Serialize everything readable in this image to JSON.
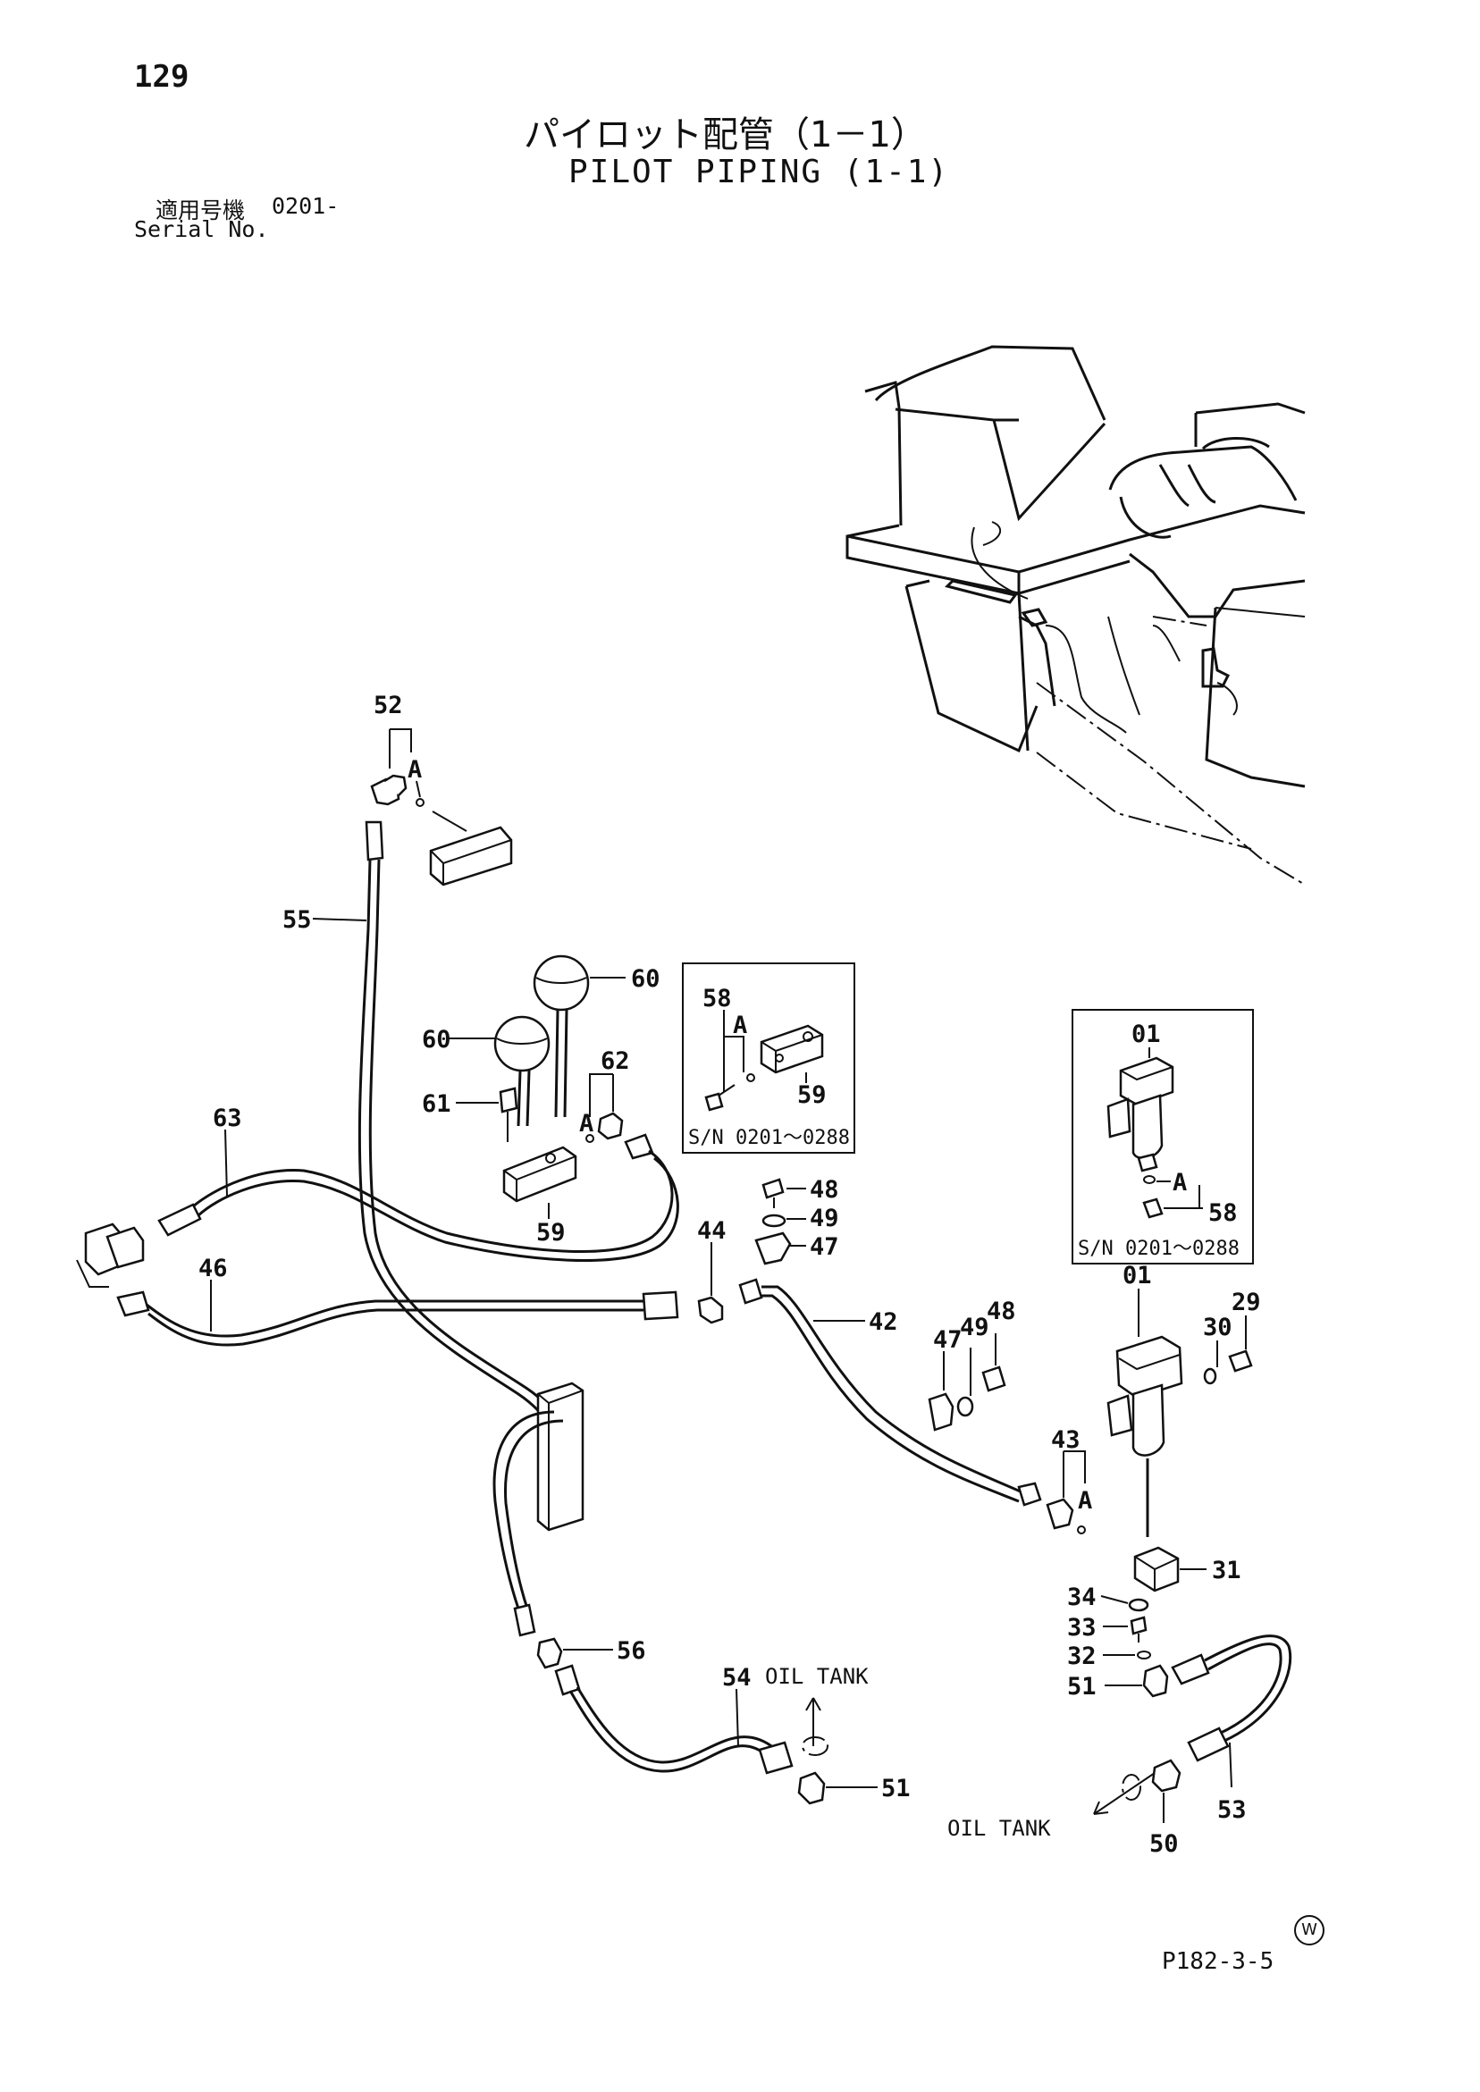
{
  "page": {
    "number": "129",
    "title_jp": "パイロット配管（1－1）",
    "title_en": "PILOT PIPING (1-1)",
    "serial_label_jp": "適用号機",
    "serial_label_en": "Serial No.",
    "serial_range": "0201-",
    "drawing_code": "P182-3-5",
    "watermark": "W"
  },
  "insets": [
    {
      "name": "inset-58-59",
      "serial": "S/N 0201～0288",
      "parts": [
        "58",
        "A",
        "59"
      ]
    },
    {
      "name": "inset-01-58",
      "serial": "S/N 0201～0288",
      "parts": [
        "01",
        "A",
        "58"
      ]
    }
  ],
  "callouts": {
    "p52": "52",
    "pA1": "A",
    "p55": "55",
    "p60a": "60",
    "p60b": "60",
    "p61": "61",
    "p62": "62",
    "pA2": "A",
    "p59": "59",
    "p63": "63",
    "p46": "46",
    "p44": "44",
    "p48a": "48",
    "p49a": "49",
    "p47a": "47",
    "p42": "42",
    "p47b": "47",
    "p49b": "49",
    "p48b": "48",
    "p43": "43",
    "pA3": "A",
    "p01": "01",
    "p30": "30",
    "p29": "29",
    "p31": "31",
    "p34": "34",
    "p33": "33",
    "p32": "32",
    "p51a": "51",
    "p56": "56",
    "p54": "54",
    "p51b": "51",
    "p53": "53",
    "p50": "50"
  },
  "oil_tank_labels": [
    "OIL  TANK",
    "OIL  TANK"
  ]
}
